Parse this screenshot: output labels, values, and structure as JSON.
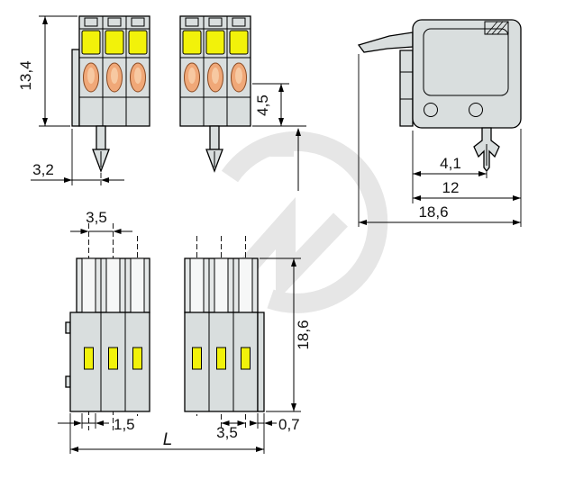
{
  "views": {
    "front": {
      "dims": {
        "height": "13,4",
        "foot_offset": "3,2",
        "lower_depth": "4,5"
      }
    },
    "side": {
      "dims": {
        "foot_offset": "4,1",
        "body_depth": "12",
        "total_depth": "18,6"
      }
    },
    "bottom": {
      "dims": {
        "pole_pitch_top": "3,5",
        "total_depth": "18,6",
        "slot_width": "1,5",
        "pole_pitch_bottom": "3,5",
        "wall_thickness": "0,7",
        "total_length": "L"
      }
    }
  },
  "colors": {
    "body": "#d9dede",
    "lever": "#f2f20a",
    "button": "#f0a878",
    "watermark": "#e6e6e6"
  }
}
